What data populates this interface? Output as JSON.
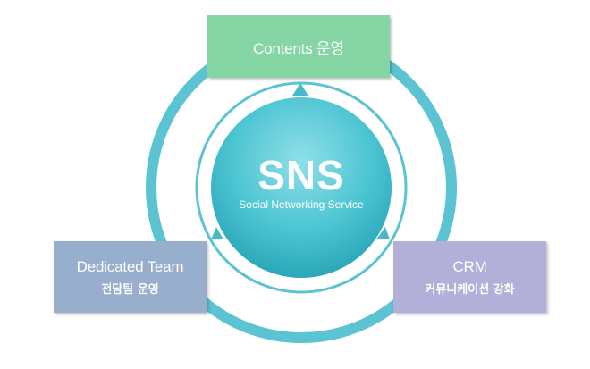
{
  "colors": {
    "ring": "#5bc3d2",
    "core": "#3dbcca",
    "core_highlight": "#8fe0e8",
    "box_top": "#86d6a5",
    "box_left": "#98aecd",
    "box_right": "#b2afd8",
    "arrow": "#4ab8c8"
  },
  "center": {
    "title": "SNS",
    "subtitle": "Social Networking Service"
  },
  "nodes": {
    "top": {
      "line1": "Contents 운영"
    },
    "left": {
      "line1": "Dedicated Team",
      "line2": "전담팀 운영"
    },
    "right": {
      "line1": "CRM",
      "line2": "커뮤니케이션 강화"
    }
  }
}
